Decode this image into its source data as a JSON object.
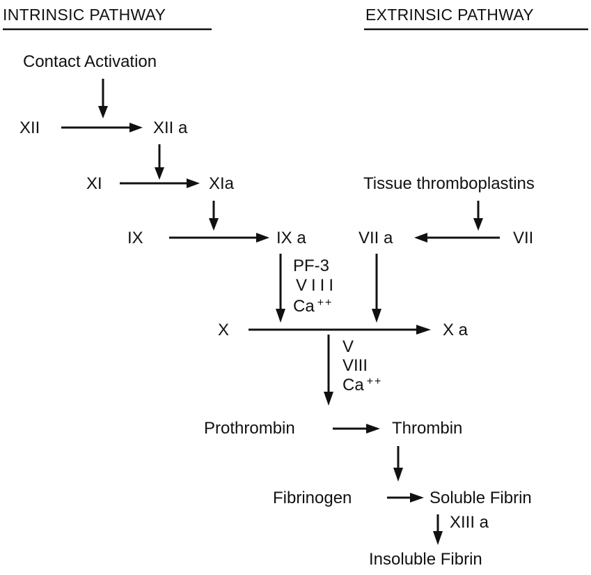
{
  "headers": {
    "intrinsic": "INTRINSIC PATHWAY",
    "extrinsic": "EXTRINSIC PATHWAY"
  },
  "nodes": {
    "contact_activation": "Contact Activation",
    "xii": "XII",
    "xiia": "XII a",
    "xi": "XI",
    "xia": "XIa",
    "ix": "IX",
    "ixa": "IX a",
    "tissue_thromboplastins": "Tissue thromboplastins",
    "viia": "VII a",
    "vii": "VII",
    "x": "X",
    "xa": "X a",
    "prothrombin": "Prothrombin",
    "thrombin": "Thrombin",
    "fibrinogen": "Fibrinogen",
    "soluble_fibrin": "Soluble Fibrin",
    "insoluble_fibrin": "Insoluble Fibrin"
  },
  "cofactors": {
    "ix_to_x": {
      "pf3": "PF-3",
      "viii": "VIII",
      "ca": "Ca",
      "ca_charge": "++"
    },
    "x_to_prothrombin": {
      "v": "V",
      "viii": "VIII",
      "ca": "Ca",
      "ca_charge": "++"
    },
    "fibrin": {
      "xiiia": "XIII a"
    }
  }
}
